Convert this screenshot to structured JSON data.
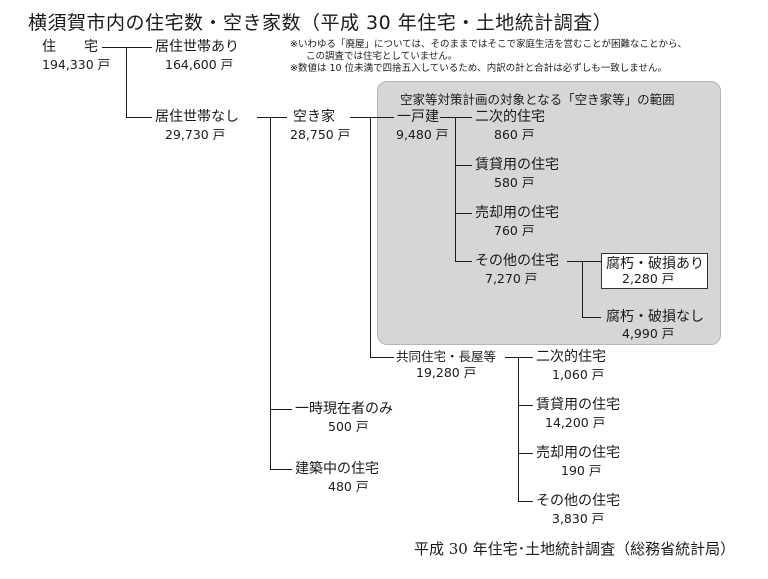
{
  "title": "横須賀市内の住宅数・空き家数（平成 30 年住宅・土地統計調査）",
  "notes": [
    "※いわゆる「廃屋」については、そのままではそこで家庭生活を営むことが困難なことから、",
    "この調査では住宅としていません。",
    "※数値は 10 位未満で四捨五入しているため、内訳の計と合計は必ずしも一致しません。"
  ],
  "shaded_caption": "空家等対策計画の対象となる「空き家等」の範囲",
  "source": "平成 30 年住宅･土地統計調査（総務省統計局）",
  "nodes": {
    "total": {
      "label": "住　　宅",
      "value": "194,330 戸"
    },
    "occupied": {
      "label": "居住世帯あり",
      "value": "164,600 戸"
    },
    "unoccupied": {
      "label": "居住世帯なし",
      "value": "29,730 戸"
    },
    "vacant": {
      "label": "空き家",
      "value": "28,750 戸"
    },
    "detached": {
      "label": "一戸建",
      "value": "9,480 戸"
    },
    "det_secondary": {
      "label": "二次的住宅",
      "value": "860 戸"
    },
    "det_rental": {
      "label": "賃貸用の住宅",
      "value": "580 戸"
    },
    "det_sale": {
      "label": "売却用の住宅",
      "value": "760 戸"
    },
    "det_other": {
      "label": "その他の住宅",
      "value": "7,270 戸"
    },
    "damaged_yes": {
      "label": "腐朽・破損あり",
      "value": "2,280 戸"
    },
    "damaged_no": {
      "label": "腐朽・破損なし",
      "value": "4,990 戸"
    },
    "apartment": {
      "label": "共同住宅・長屋等",
      "value": "19,280 戸"
    },
    "apt_secondary": {
      "label": "二次的住宅",
      "value": "1,060 戸"
    },
    "apt_rental": {
      "label": "賃貸用の住宅",
      "value": "14,200 戸"
    },
    "apt_sale": {
      "label": "売却用の住宅",
      "value": "190 戸"
    },
    "apt_other": {
      "label": "その他の住宅",
      "value": "3,830 戸"
    },
    "temporary": {
      "label": "一時現在者のみ",
      "value": "500 戸"
    },
    "construction": {
      "label": "建築中の住宅",
      "value": "480 戸"
    }
  }
}
